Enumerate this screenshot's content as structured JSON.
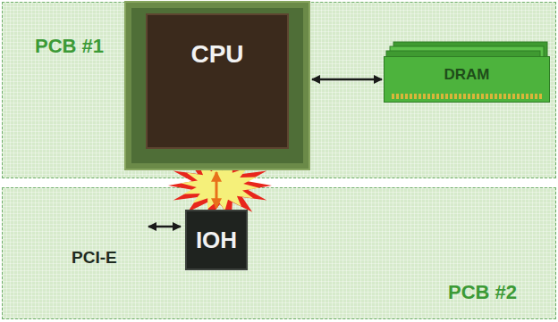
{
  "diagram": {
    "nodes": [
      {
        "text": [
          "PCB #1"
        ]
      },
      {
        "text": [
          "CPU"
        ],
        "in": 0
      },
      {
        "text": [
          "DRAM"
        ],
        "in": 0
      },
      {
        "text": [
          "PCB #2"
        ]
      },
      {
        "text": [
          "IOH"
        ],
        "in": 3
      }
    ],
    "edges": [
      {
        "from": 1,
        "to": 2,
        "arrow": "both"
      },
      {
        "from": 1,
        "to": 4,
        "arrow": "both"
      }
    ],
    "labels": [
      "PCI-E"
    ]
  }
}
